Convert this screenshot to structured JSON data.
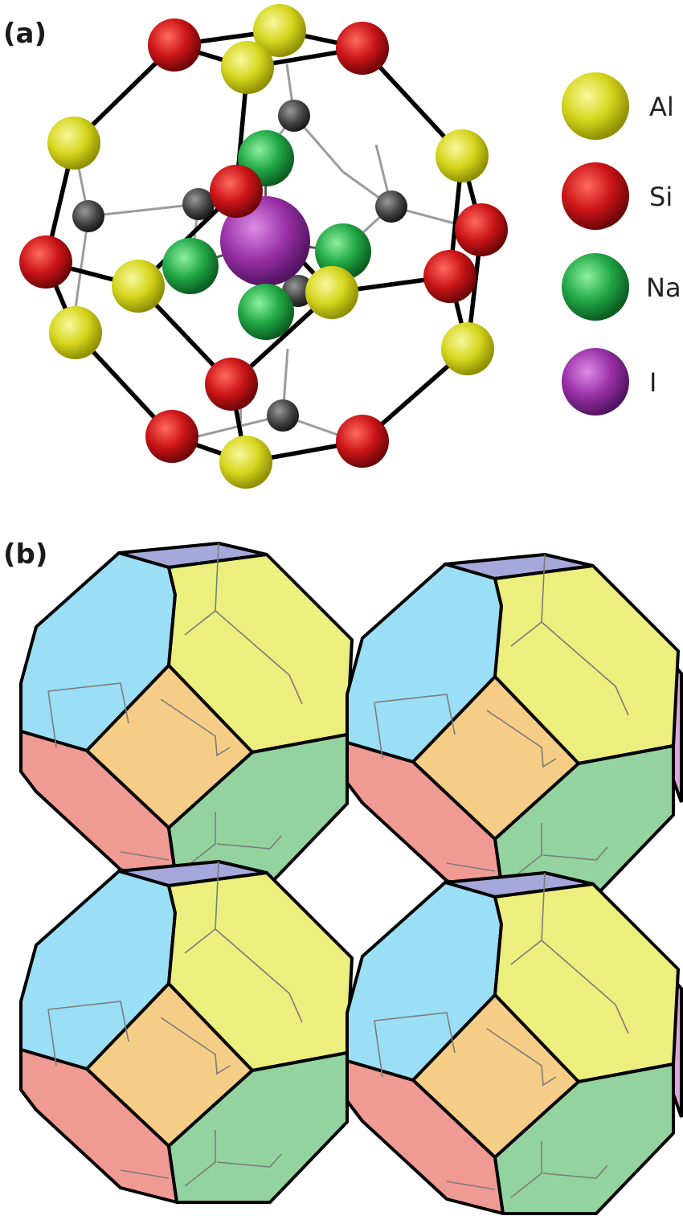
{
  "panels": {
    "a": {
      "label": "(a)"
    },
    "b": {
      "label": "(b)"
    }
  },
  "legend": [
    {
      "label": "Al",
      "color": "#d8d820"
    },
    {
      "label": "Si",
      "color": "#cc1518"
    },
    {
      "label": "Na",
      "color": "#22a845"
    },
    {
      "label": "I",
      "color": "#9a30a8"
    }
  ],
  "colors": {
    "al": "#d8d820",
    "si": "#cc1518",
    "na": "#22a845",
    "i": "#9a30a8",
    "oxygen": "#444444",
    "face_blue": "#9adff5",
    "face_yellow": "#ecee7e",
    "face_orange": "#f5cd86",
    "face_green": "#93d39f",
    "face_red": "#ef9a92",
    "face_top": "#a6a8dc",
    "face_pink": "#dca6d6"
  }
}
